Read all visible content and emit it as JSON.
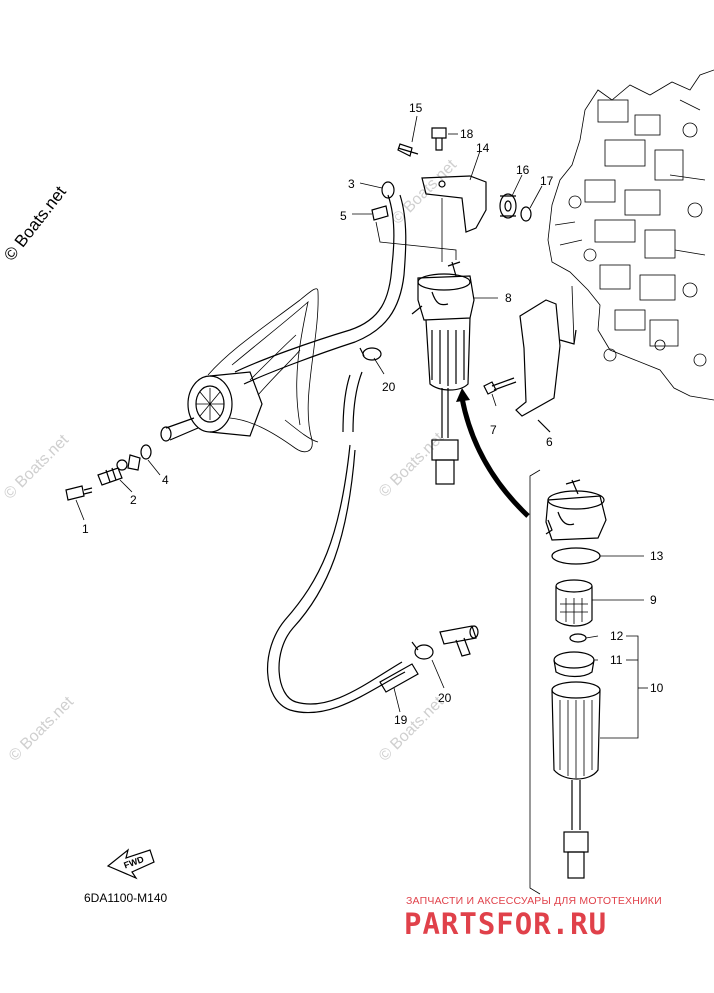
{
  "watermarks": {
    "main": "© Boats.net",
    "repeat": "© Boats.net"
  },
  "callouts": [
    "15",
    "18",
    "14",
    "3",
    "5",
    "16",
    "17",
    "8",
    "20",
    "7",
    "6",
    "1",
    "2",
    "4",
    "13",
    "9",
    "12",
    "11",
    "10",
    "20",
    "19"
  ],
  "drawing_code": "6DA1100-M140",
  "fwd_label": "FWD",
  "brand": {
    "tagline": "ЗАПЧАСТИ И АКСЕССУАРЫ ДЛЯ МОТОТЕХНИКИ",
    "logo": "PARTSFOR.RU"
  },
  "colors": {
    "line": "#000000",
    "watermark": "#cfcfcf",
    "brand_red": "#e0414a"
  }
}
